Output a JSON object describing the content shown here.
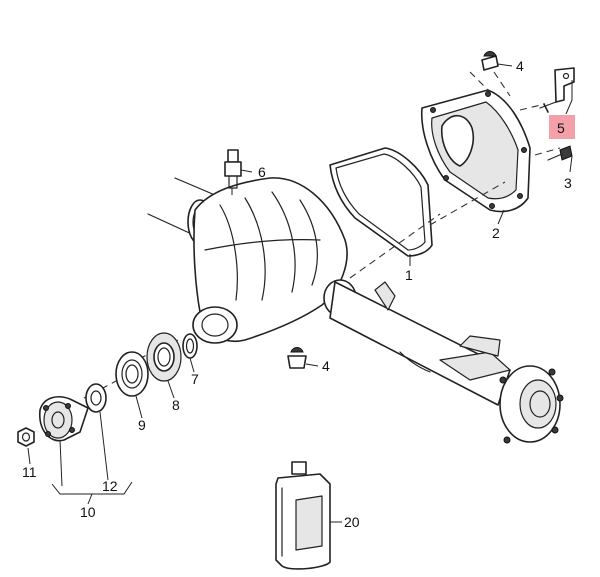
{
  "diagram": {
    "callouts": [
      {
        "id": "c1",
        "number": "1"
      },
      {
        "id": "c2",
        "number": "2"
      },
      {
        "id": "c3",
        "number": "3"
      },
      {
        "id": "c4a",
        "number": "4"
      },
      {
        "id": "c4b",
        "number": "4"
      },
      {
        "id": "c5",
        "number": "5",
        "highlighted": true
      },
      {
        "id": "c6",
        "number": "6"
      },
      {
        "id": "c7",
        "number": "7"
      },
      {
        "id": "c8",
        "number": "8"
      },
      {
        "id": "c9",
        "number": "9"
      },
      {
        "id": "c10",
        "number": "10"
      },
      {
        "id": "c11",
        "number": "11"
      },
      {
        "id": "c12",
        "number": "12"
      },
      {
        "id": "c20",
        "number": "20"
      }
    ],
    "colors": {
      "line": "#222222",
      "highlight": "#f4a0a8",
      "background": "#ffffff"
    }
  }
}
